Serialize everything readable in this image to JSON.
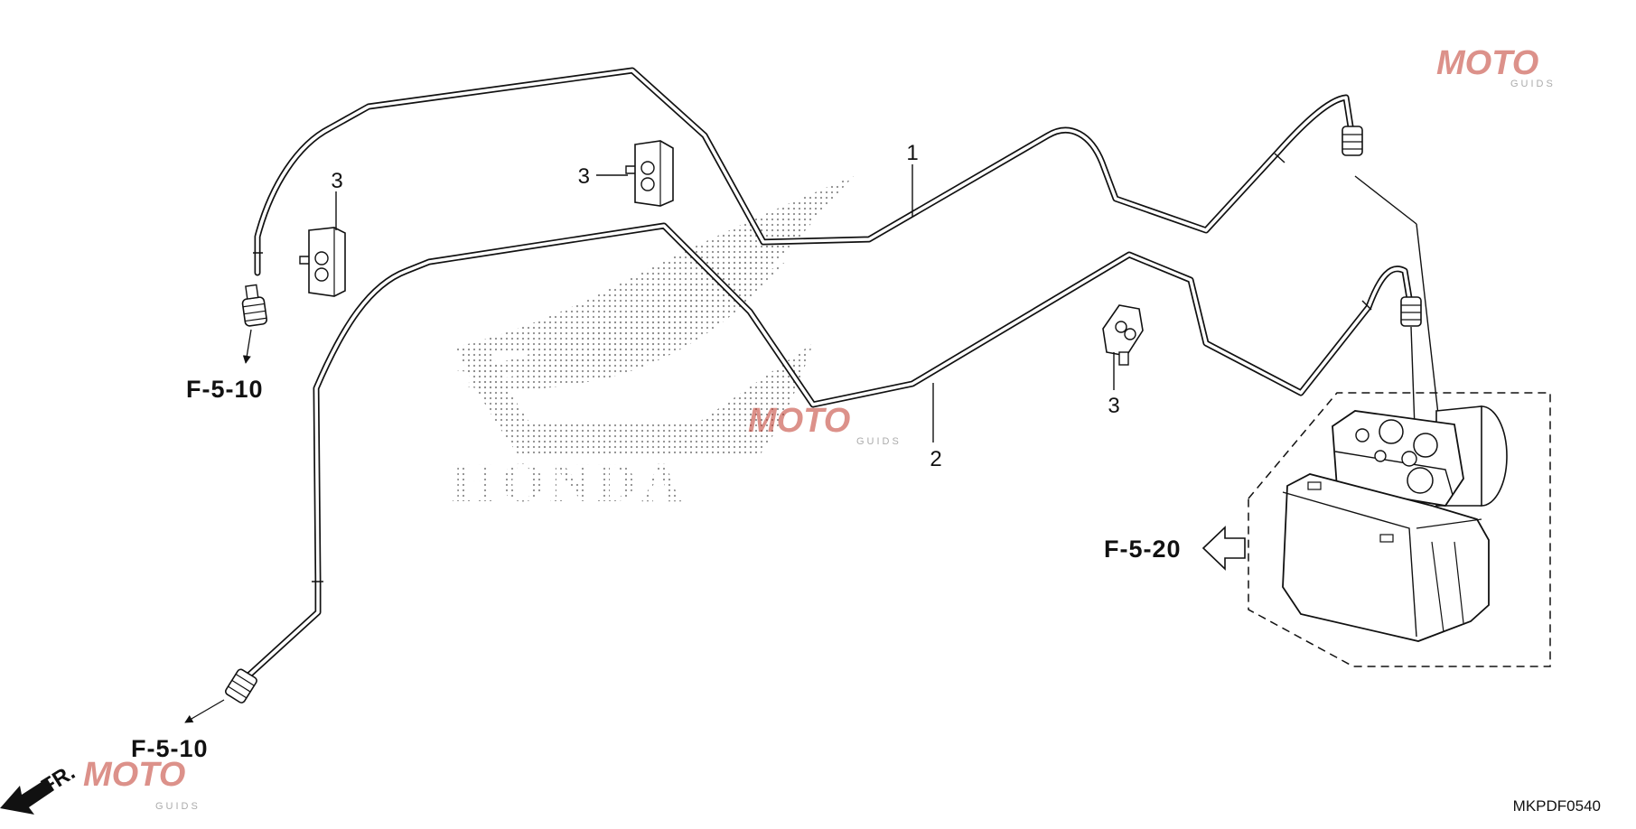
{
  "parts": {
    "item_1": "1",
    "item_2": "2",
    "item_3_left": "3",
    "item_3_top": "3",
    "item_3_right": "3"
  },
  "refs": {
    "upper_left": "F-5-10",
    "lower_left": "F-5-10",
    "modulator": "F-5-20"
  },
  "direction_label": "FR.",
  "diagram_code": "MKPDF0540",
  "background_brand": "HONDA",
  "watermark": {
    "text": "MOTO",
    "sub": "GUIDS"
  },
  "colors": {
    "line": "#111111",
    "watermark_red": "#c0392b",
    "honda_dots": "#8c8c8c"
  }
}
